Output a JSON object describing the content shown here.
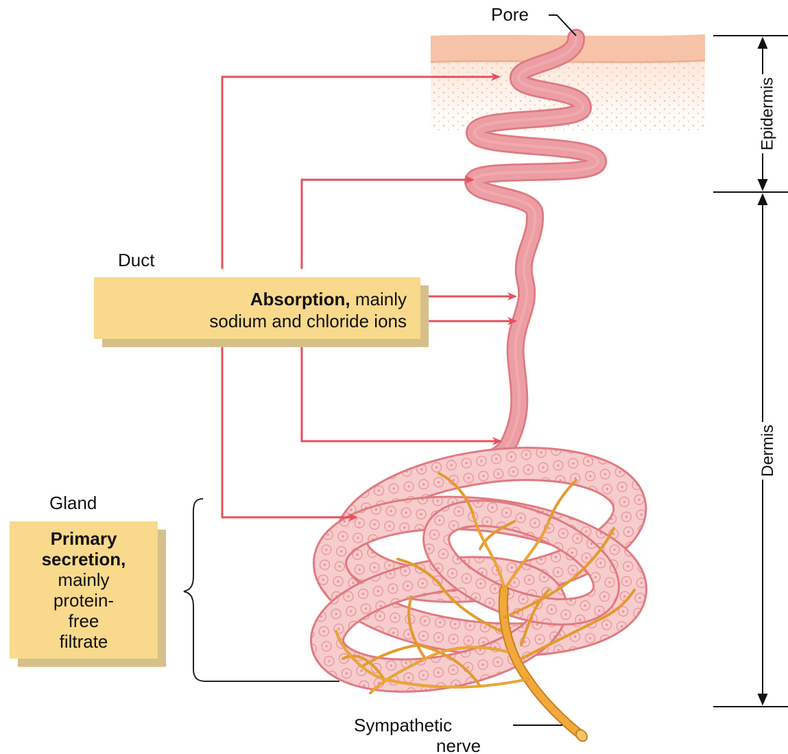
{
  "labels": {
    "pore": "Pore",
    "epidermis": "Epidermis",
    "dermis": "Dermis",
    "duct": "Duct",
    "gland": "Gland",
    "nerve_line1": "Sympathetic",
    "nerve_line2": "nerve"
  },
  "duct_box": {
    "bold": "Absorption,",
    "rest": " mainly",
    "line2": "sodium and chloride ions"
  },
  "gland_box": {
    "line1": "Primary",
    "line2": "secretion,",
    "line3": "mainly",
    "line4": "protein-",
    "line5": "free",
    "line6": "filtrate"
  },
  "colors": {
    "arrow": "#e8505b",
    "duct_fill": "#f6c3c3",
    "duct_edge": "#e07a80",
    "nerve": "#f0a93a",
    "nerve_edge": "#c9801f",
    "box": "#f9d98b",
    "box_shadow": "#d6c08a",
    "skin_top": "#f6c2a8",
    "skin_body": "#fbe3d4"
  }
}
